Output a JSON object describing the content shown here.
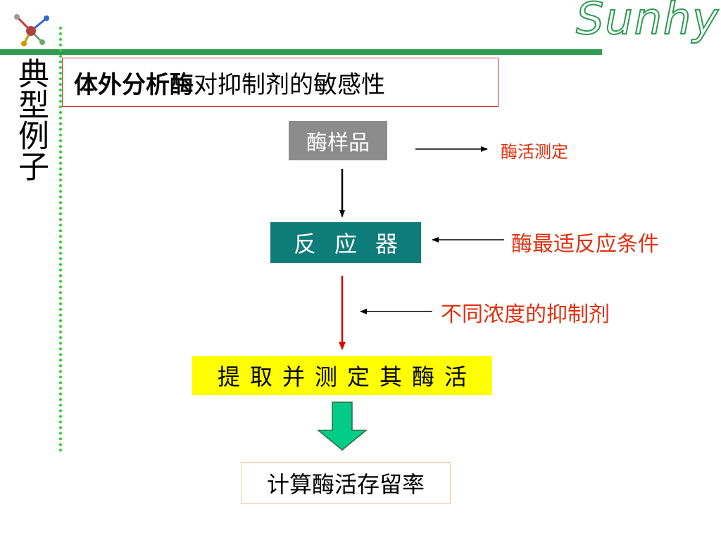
{
  "slide": {
    "side_title": "典型例子",
    "brand": "Sunhy",
    "heading_bold": "体外分析酶",
    "heading_rest": "对抑制剂的敏感性"
  },
  "flow": {
    "sample": "酶样品",
    "reactor": "反应器",
    "extract": "提取并测定其酶活",
    "result": "计算酶活存留率"
  },
  "annotations": {
    "assay": "酶活测定",
    "conditions": "酶最适反应条件",
    "inhibitor": "不同浓度的抑制剂"
  },
  "colors": {
    "band_green": "#2e9a52",
    "dots_green": "#2fd02f",
    "sample_gray": "#8c8c8c",
    "reactor_teal": "#0e7c78",
    "extract_yellow": "#ffff00",
    "annotation_red": "#e03010",
    "flow_arrow_red": "#dd0000",
    "block_arrow_green": "#00cc88"
  },
  "icons": {
    "logo": "molecule-logo-icon"
  }
}
